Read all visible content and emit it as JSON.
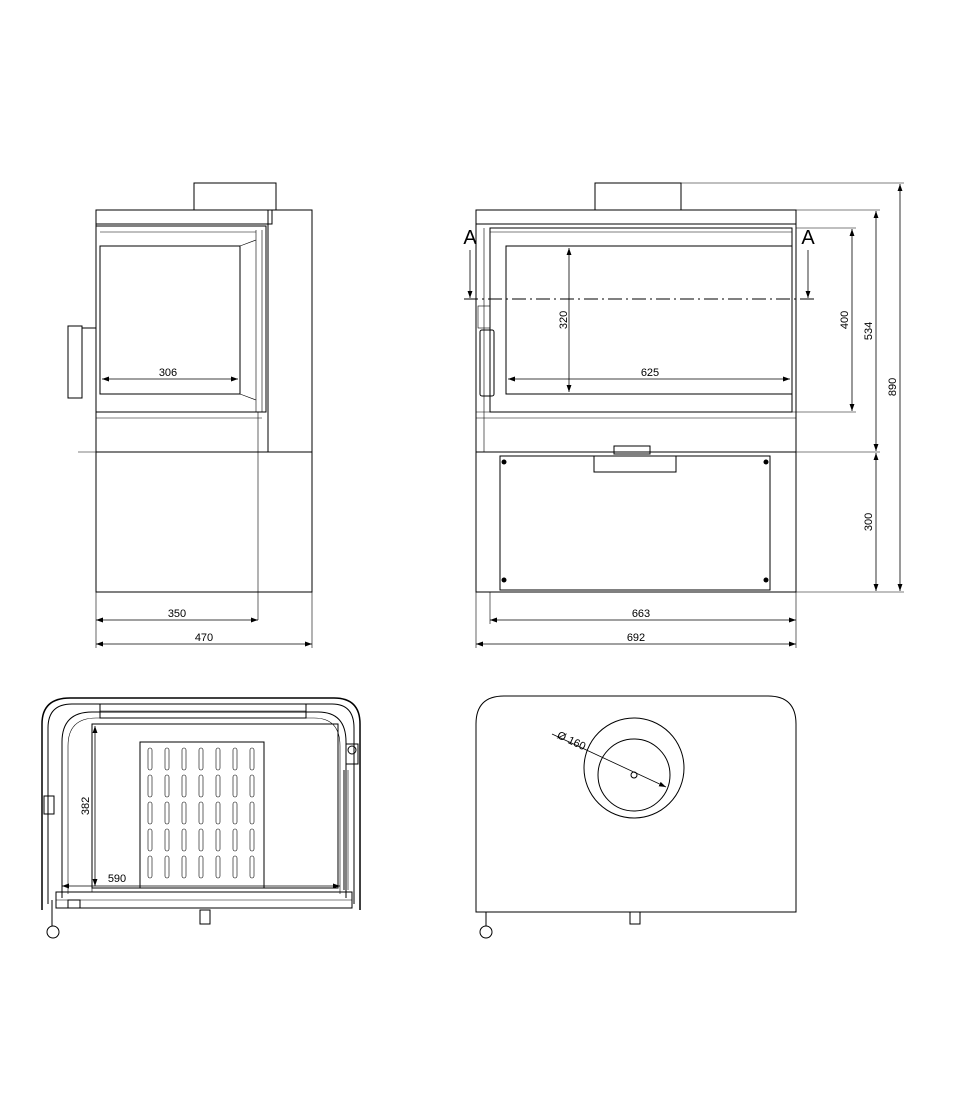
{
  "section_marker": "A",
  "side_view": {
    "dim_window_width": "306",
    "dim_depth": "350",
    "dim_overall_depth": "470"
  },
  "front_view": {
    "dim_window_width": "625",
    "dim_window_height": "320",
    "dim_box_height": "400",
    "dim_top_height": "534",
    "dim_total_height": "890",
    "dim_base_height": "300",
    "dim_base_width": "663",
    "dim_overall_width": "692"
  },
  "section_view": {
    "dim_firebox_width": "590",
    "dim_firebox_depth": "382"
  },
  "top_view": {
    "dim_flue_diameter": "Ø 160"
  }
}
